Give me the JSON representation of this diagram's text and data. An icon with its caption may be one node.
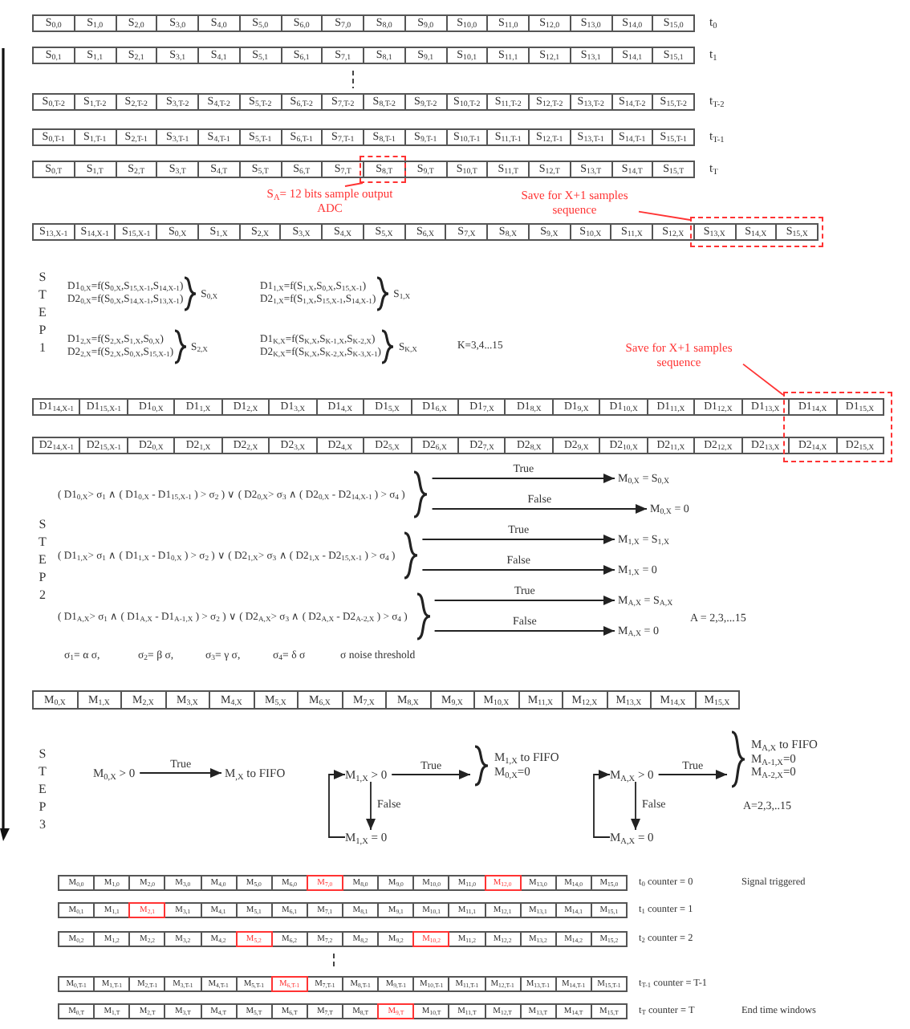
{
  "diagram": {
    "nodes": [
      {
        "text": [
          "S$_{A}$= 12 bits sample output ADC"
        ]
      },
      {
        "text": [],
        "shape": "box"
      },
      {
        "text": [
          "Save for X+1 samples sequence"
        ]
      },
      {
        "text": [],
        "shape": "box"
      },
      {
        "text": [
          "Save for X+1 samples sequence"
        ]
      },
      {
        "text": [],
        "shape": "box"
      },
      {
        "text": [
          "( D1$_{0,X}$> σ$_{1}$ ∧ ( D1$_{0,X}$ - D1$_{15,X-1}$ ) > σ$_{2}$ ) ∨ ( D2$_{0,X}$> σ$_{3}$ ∧ ( D2$_{0,X}$ - D2$_{14,X-1}$ ) > σ$_{4}$ )"
        ]
      },
      {
        "text": [
          "M$_{0,X}$ = S$_{0,X}$"
        ]
      },
      {
        "text": [
          "M$_{0,X}$ = 0"
        ]
      },
      {
        "text": [
          "( D1$_{1,X}$> σ$_{1}$ ∧ ( D1$_{1,X}$ - D1$_{0,X}$ ) > σ$_{2}$ ) ∨ ( D2$_{1,X}$> σ$_{3}$ ∧ ( D2$_{1,X}$ - D2$_{15,X-1}$ ) > σ$_{4}$ )"
        ]
      },
      {
        "text": [
          "M$_{1,X}$ = S$_{1,X}$"
        ]
      },
      {
        "text": [
          "M$_{1,X}$ = 0"
        ]
      },
      {
        "text": [
          "( D1$_{A,X}$> σ$_{1}$ ∧ ( D1$_{A,X}$ - D1$_{A-1,X}$ ) > σ$_{2}$ ) ∨ ( D2$_{A,X}$> σ$_{3}$ ∧ ( D2$_{A,X}$ - D2$_{A-2,X}$ ) > σ$_{4}$ )"
        ]
      },
      {
        "text": [
          "M$_{A,X}$ = S$_{A,X}$"
        ]
      },
      {
        "text": [
          "M$_{A,X}$ = 0"
        ]
      },
      {
        "text": [
          "M$_{0,X}$ > 0"
        ]
      },
      {
        "text": [
          "M$_{,X}$ to FIFO"
        ]
      },
      {
        "text": [
          "M$_{1,X}$ > 0"
        ]
      },
      {
        "text": [
          "M$_{1,X}$ to FIFO",
          "M$_{0,X}$=0"
        ]
      },
      {
        "text": [
          "M$_{1,X}$ = 0"
        ]
      },
      {
        "text": [
          "M$_{A,X}$ > 0"
        ]
      },
      {
        "text": [
          "M$_{A,X}$ to FIFO",
          "M$_{A-1,X}$=0",
          "M$_{A-2,X}$=0"
        ]
      },
      {
        "text": [
          "M$_{A,X}$ = 0"
        ]
      },
      {
        "text": [
          "M$_{7,0}$"
        ]
      },
      {
        "text": [
          "M$_{12,0}$"
        ]
      },
      {
        "text": [
          "M$_{2,1}$"
        ]
      },
      {
        "text": [
          "M$_{5,2}$"
        ]
      },
      {
        "text": [
          "M$_{10,2}$"
        ]
      },
      {
        "text": [
          "M$_{6,T-1}$"
        ]
      },
      {
        "text": [
          "M$_{9,T}$"
        ]
      }
    ],
    "edges": [
      {
        "from": 0,
        "to": 1,
        "arrow": "none",
        "color": "#ff3333"
      },
      {
        "from": 2,
        "to": 3,
        "arrow": "none",
        "color": "#ff3333"
      },
      {
        "from": 4,
        "to": 5,
        "arrow": "none",
        "color": "#ff3333"
      },
      {
        "from": 6,
        "to": 7,
        "arrow": "to",
        "label": "True"
      },
      {
        "from": 6,
        "to": 8,
        "arrow": "to",
        "label": "False"
      },
      {
        "from": 9,
        "to": 10,
        "arrow": "to",
        "label": "True"
      },
      {
        "from": 9,
        "to": 11,
        "arrow": "to",
        "label": "False"
      },
      {
        "from": 12,
        "to": 13,
        "arrow": "to",
        "label": "True"
      },
      {
        "from": 12,
        "to": 14,
        "arrow": "to",
        "label": "False"
      },
      {
        "from": 15,
        "to": 16,
        "arrow": "to",
        "label": "True"
      },
      {
        "from": 17,
        "to": 18,
        "arrow": "to",
        "label": "True"
      },
      {
        "from": 17,
        "to": 19,
        "arrow": "to",
        "label": "False"
      },
      {
        "from": 19,
        "to": 17,
        "arrow": "to"
      },
      {
        "from": 20,
        "to": 21,
        "arrow": "to",
        "label": "True"
      },
      {
        "from": 20,
        "to": 22,
        "arrow": "to",
        "label": "False"
      },
      {
        "from": 22,
        "to": 20,
        "arrow": "to"
      }
    ],
    "labels": [
      "S$_{0,0}$",
      "S$_{1,0}$",
      "S$_{2,0}$",
      "S$_{3,0}$",
      "S$_{4,0}$",
      "S$_{5,0}$",
      "S$_{6,0}$",
      "S$_{7,0}$",
      "S$_{8,0}$",
      "S$_{9,0}$",
      "S$_{10,0}$",
      "S$_{11,0}$",
      "S$_{12,0}$",
      "S$_{13,0}$",
      "S$_{14,0}$",
      "S$_{15,0}$",
      "t$_{0}$",
      "S$_{0,1}$",
      "S$_{1,1}$",
      "S$_{2,1}$",
      "S$_{3,1}$",
      "S$_{4,1}$",
      "S$_{5,1}$",
      "S$_{6,1}$",
      "S$_{7,1}$",
      "S$_{8,1}$",
      "S$_{9,1}$",
      "S$_{10,1}$",
      "S$_{11,1}$",
      "S$_{12,1}$",
      "S$_{13,1}$",
      "S$_{14,1}$",
      "S$_{15,1}$",
      "t$_{1}$",
      "S$_{0,T-2}$",
      "S$_{1,T-2}$",
      "S$_{2,T-2}$",
      "S$_{3,T-2}$",
      "S$_{4,T-2}$",
      "S$_{5,T-2}$",
      "S$_{6,T-2}$",
      "S$_{7,T-2}$",
      "S$_{8,T-2}$",
      "S$_{9,T-2}$",
      "S$_{10,T-2}$",
      "S$_{11,T-2}$",
      "S$_{12,T-2}$",
      "S$_{13,T-2}$",
      "S$_{14,T-2}$",
      "S$_{15,T-2}$",
      "t$_{T-2}$",
      "S$_{0,T-1}$",
      "S$_{1,T-1}$",
      "S$_{2,T-1}$",
      "S$_{3,T-1}$",
      "S$_{4,T-1}$",
      "S$_{5,T-1}$",
      "S$_{6,T-1}$",
      "S$_{7,T-1}$",
      "S$_{8,T-1}$",
      "S$_{9,T-1}$",
      "S$_{10,T-1}$",
      "S$_{11,T-1}$",
      "S$_{12,T-1}$",
      "S$_{13,T-1}$",
      "S$_{14,T-1}$",
      "S$_{15,T-1}$",
      "t$_{T-1}$",
      "S$_{0,T}$",
      "S$_{1,T}$",
      "S$_{2,T}$",
      "S$_{3,T}$",
      "S$_{4,T}$",
      "S$_{5,T}$",
      "S$_{6,T}$",
      "S$_{7,T}$",
      "S$_{8,T}$",
      "S$_{9,T}$",
      "S$_{10,T}$",
      "S$_{11,T}$",
      "S$_{12,T}$",
      "S$_{13,T}$",
      "S$_{14,T}$",
      "S$_{15,T}$",
      "t$_{T}$",
      "S$_{13,X-1}$",
      "S$_{14,X-1}$",
      "S$_{15,X-1}$",
      "S$_{0,X}$",
      "S$_{1,X}$",
      "S$_{2,X}$",
      "S$_{3,X}$",
      "S$_{4,X}$",
      "S$_{5,X}$",
      "S$_{6,X}$",
      "S$_{7,X}$",
      "S$_{8,X}$",
      "S$_{9,X}$",
      "S$_{10,X}$",
      "S$_{11,X}$",
      "S$_{12,X}$",
      "S$_{13,X}$",
      "S$_{14,X}$",
      "S$_{15,X}$",
      "STEP1",
      "D1$_{0,X}$=f(S$_{0,X}$,S$_{15,X-1}$,S$_{14,X-1}$)",
      "D2$_{0,X}$=f(S$_{0,X}$,S$_{14,X-1}$,S$_{13,X-1}$)",
      "S$_{0,X}$",
      "D1$_{1,X}$=f(S$_{1,X}$,S$_{0,X}$,S$_{15,X-1}$)",
      "D2$_{1,X}$=f(S$_{1,X}$,S$_{15,X-1}$,S$_{14,X-1}$)",
      "S$_{1,X}$",
      "D1$_{2,X}$=f(S$_{2,X}$,S$_{1,X}$,S$_{0,X}$)",
      "D2$_{2,X}$=f(S$_{2,X}$,S$_{0,X}$,S$_{15,X-1}$)",
      "S$_{2,X}$",
      "D1$_{K,X}$=f(S$_{K,X}$,S$_{K-1,X}$,S$_{K-2,X}$)",
      "D2$_{K,X}$=f(S$_{K,X}$,S$_{K-2,X}$,S$_{K-3,X-1}$)",
      "S$_{K,X}$",
      "K=3,4...15",
      "D1$_{14,X-1}$",
      "D1$_{15,X-1}$",
      "D1$_{0,X}$",
      "D1$_{1,X}$",
      "D1$_{2,X}$",
      "D1$_{3,X}$",
      "D1$_{4,X}$",
      "D1$_{5,X}$",
      "D1$_{6,X}$",
      "D1$_{7,X}$",
      "D1$_{8,X}$",
      "D1$_{9,X}$",
      "D1$_{10,X}$",
      "D1$_{11,X}$",
      "D1$_{12,X}$",
      "D1$_{13,X}$",
      "D1$_{14,X}$",
      "D1$_{15,X}$",
      "D2$_{14,X-1}$",
      "D2$_{15,X-1}$",
      "D2$_{0,X}$",
      "D2$_{1,X}$",
      "D2$_{2,X}$",
      "D2$_{3,X}$",
      "D2$_{4,X}$",
      "D2$_{5,X}$",
      "D2$_{6,X}$",
      "D2$_{7,X}$",
      "D2$_{8,X}$",
      "D2$_{9,X}$",
      "D2$_{10,X}$",
      "D2$_{11,X}$",
      "D2$_{12,X}$",
      "D2$_{13,X}$",
      "D2$_{14,X}$",
      "D2$_{15,X}$",
      "STEP2",
      "A = 2,3,...15",
      "σ$_{1}$= α σ,",
      "σ$_{2}$= β σ,",
      "σ$_{3}$= γ σ,",
      "σ$_{4}$= δ σ",
      "σ noise threshold",
      "M$_{0,X}$",
      "M$_{1,X}$",
      "M$_{2,X}$",
      "M$_{3,X}$",
      "M$_{4,X}$",
      "M$_{5,X}$",
      "M$_{6,X}$",
      "M$_{7,X}$",
      "M$_{8,X}$",
      "M$_{9,X}$",
      "M$_{10,X}$",
      "M$_{11,X}$",
      "M$_{12,X}$",
      "M$_{13,X}$",
      "M$_{14,X}$",
      "M$_{15,X}$",
      "STEP3",
      "A=2,3,..15",
      "M$_{0,0}$",
      "M$_{1,0}$",
      "M$_{2,0}$",
      "M$_{3,0}$",
      "M$_{4,0}$",
      "M$_{5,0}$",
      "M$_{6,0}$",
      "M$_{8,0}$",
      "M$_{9,0}$",
      "M$_{10,0}$",
      "M$_{11,0}$",
      "M$_{13,0}$",
      "M$_{14,0}$",
      "M$_{15,0}$",
      "t$_{0}$ counter = 0",
      "Signal triggered",
      "M$_{0,1}$",
      "M$_{1,1}$",
      "M$_{3,1}$",
      "M$_{4,1}$",
      "M$_{5,1}$",
      "M$_{6,1}$",
      "M$_{7,1}$",
      "M$_{8,1}$",
      "M$_{9,1}$",
      "M$_{10,1}$",
      "M$_{11,1}$",
      "M$_{12,1}$",
      "M$_{13,1}$",
      "M$_{14,1}$",
      "M$_{15,1}$",
      "t$_{1}$ counter = 1",
      "M$_{0,2}$",
      "M$_{1,2}$",
      "M$_{2,2}$",
      "M$_{3,2}$",
      "M$_{4,2}$",
      "M$_{6,2}$",
      "M$_{7,2}$",
      "M$_{8,2}$",
      "M$_{9,2}$",
      "M$_{11,2}$",
      "M$_{12,2}$",
      "M$_{13,2}$",
      "M$_{14,2}$",
      "M$_{15,2}$",
      "t$_{2}$ counter = 2",
      "M$_{0,T-1}$",
      "M$_{1,T-1}$",
      "M$_{2,T-1}$",
      "M$_{3,T-1}$",
      "M$_{4,T-1}$",
      "M$_{5,T-1}$",
      "M$_{7,T-1}$",
      "M$_{8,T-1}$",
      "M$_{9,T-1}$",
      "M$_{10,T-1}$",
      "M$_{11,T-1}$",
      "M$_{12,T-1}$",
      "M$_{13,T-1}$",
      "M$_{14,T-1}$",
      "M$_{15,T-1}$",
      "t$_{T-1}$ counter = T-1",
      "M$_{0,T}$",
      "M$_{1,T}$",
      "M$_{2,T}$",
      "M$_{3,T}$",
      "M$_{4,T}$",
      "M$_{5,T}$",
      "M$_{6,T}$",
      "M$_{7,T}$",
      "M$_{8,T}$",
      "M$_{10,T}$",
      "M$_{11,T}$",
      "M$_{12,T}$",
      "M$_{13,T}$",
      "M$_{14,T}$",
      "M$_{15,T}$",
      "t$_{T}$ counter = T",
      "End time windows"
    ]
  }
}
